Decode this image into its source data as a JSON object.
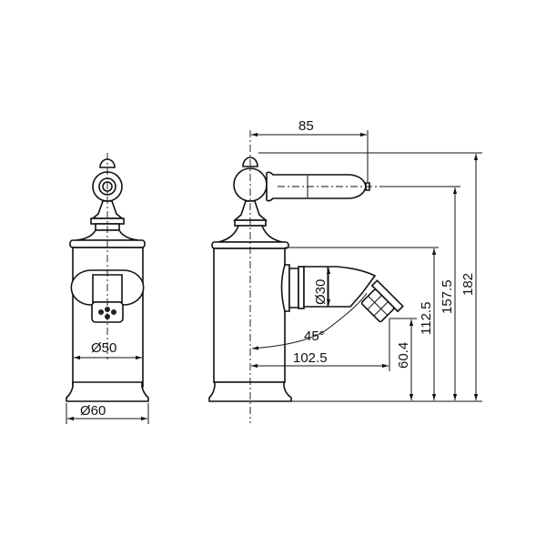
{
  "title": "Bidet mixer dimension drawing",
  "front_view": {
    "diameter_body": "Ø50",
    "diameter_base": "Ø60"
  },
  "side_view": {
    "handle_reach": "85",
    "total_height": "182",
    "handle_height": "157.5",
    "body_height": "112.5",
    "nozzle_height": "60.4",
    "nozzle_reach": "102.5",
    "nozzle_angle": "45°",
    "spout_diameter": "Ø30"
  }
}
